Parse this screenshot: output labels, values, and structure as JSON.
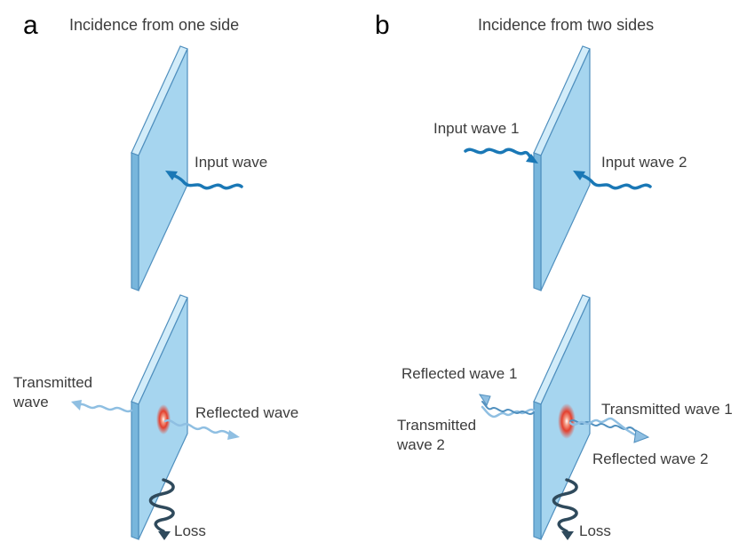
{
  "colors": {
    "slab_face": "#a6d5ef",
    "slab_edge": "#4f8fbe",
    "slab_side": "#d2ecf9",
    "input_wave": "#1a78b6",
    "output_wave": "#8fbfe2",
    "loss": "#2f4a5c",
    "hotspot": "#e83a2a"
  },
  "panel_a": {
    "letter": "a",
    "title": "Incidence from one side",
    "top": {
      "input": "Input wave"
    },
    "bottom": {
      "transmitted_1": "Transmitted",
      "transmitted_2": "wave",
      "reflected": "Reflected wave",
      "loss": "Loss"
    }
  },
  "panel_b": {
    "letter": "b",
    "title": "Incidence from two sides",
    "top": {
      "input_1": "Input wave 1",
      "input_2": "Input wave 2"
    },
    "bottom": {
      "reflected_1": "Reflected wave 1",
      "transmitted_2a": "Transmitted",
      "transmitted_2b": "wave 2",
      "transmitted_1": "Transmitted wave 1",
      "reflected_2": "Reflected wave 2",
      "loss": "Loss"
    }
  }
}
